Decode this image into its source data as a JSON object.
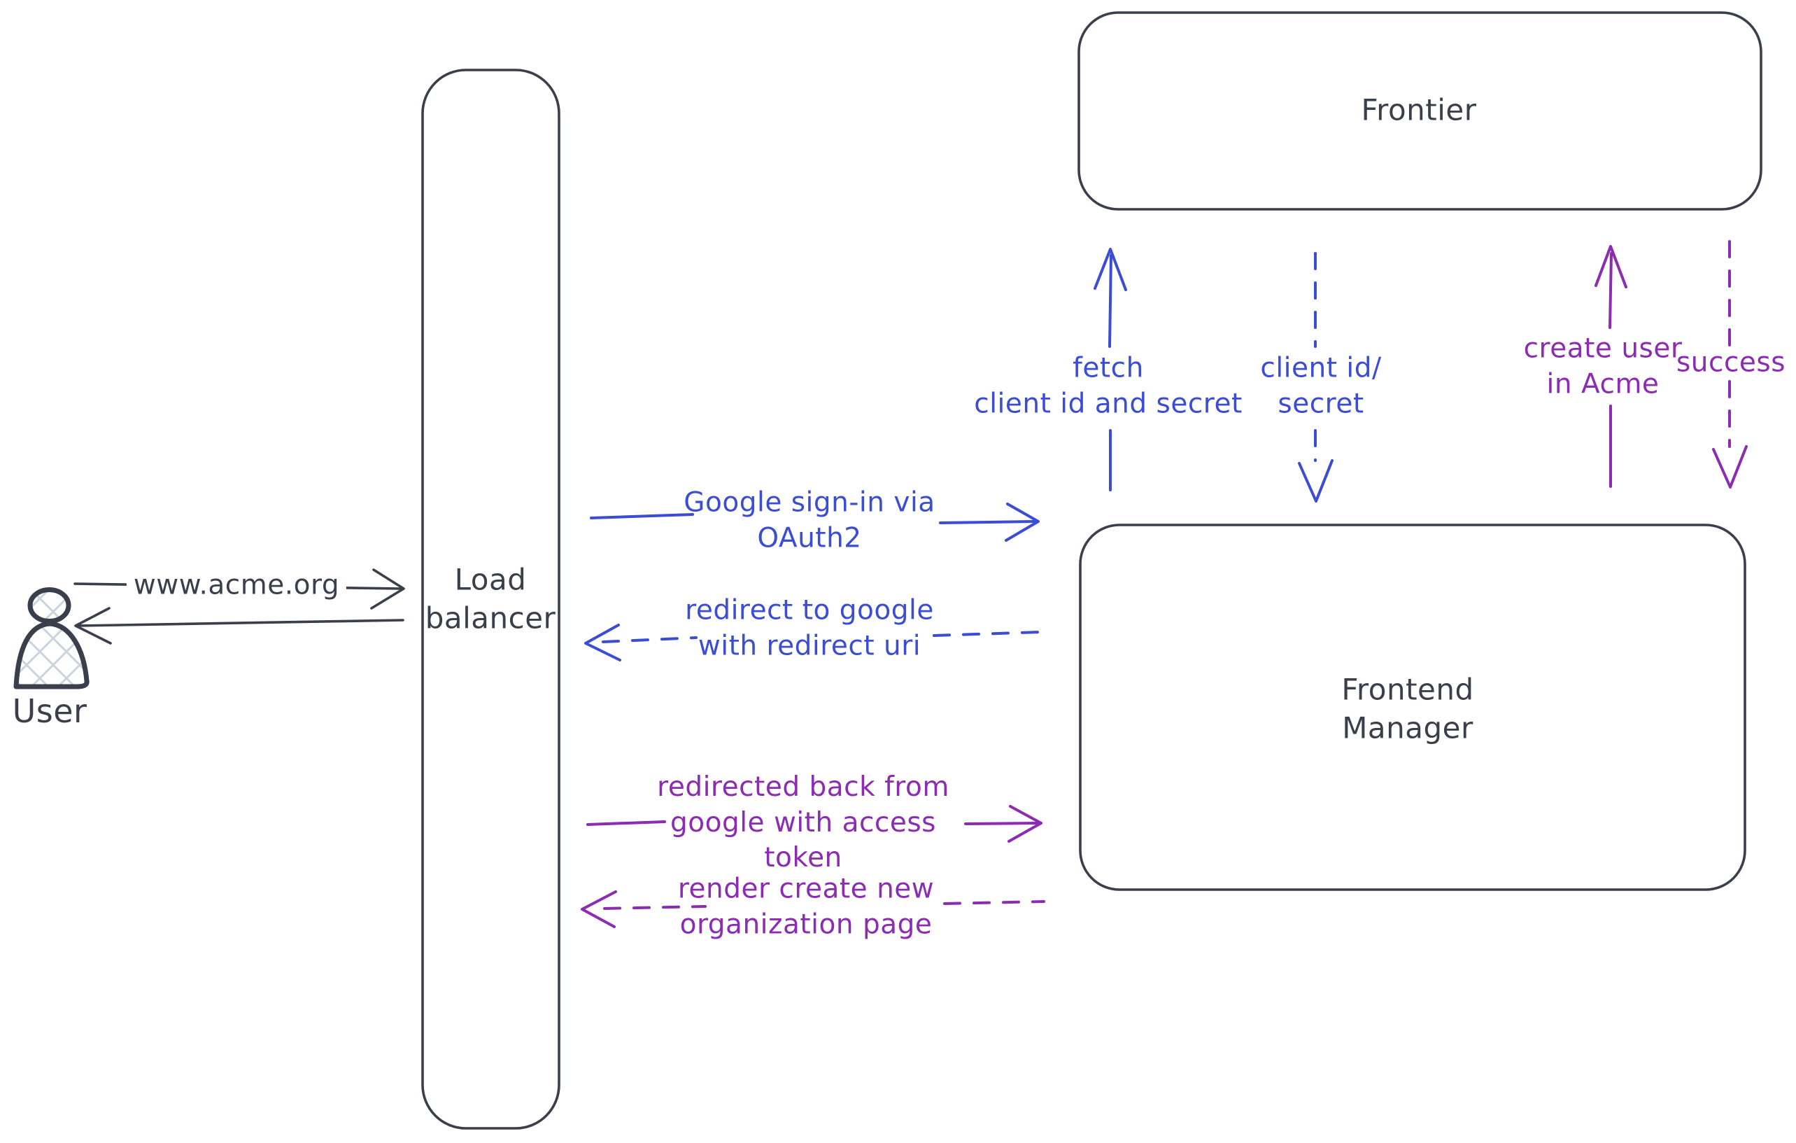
{
  "theme": {
    "background": "#ffffff",
    "ink": "#3a3f4b",
    "blue": "#3b4dd4",
    "purple": "#8b2cb2",
    "hatch": "#ccd4de"
  },
  "diagram": {
    "title": "Google OAuth2 sign-in flow",
    "actors": {
      "user": {
        "label": "User"
      },
      "load_balancer": {
        "label": "Load\nbalancer"
      },
      "frontier": {
        "label": "Frontier"
      },
      "frontend_manager": {
        "label": "Frontend\nManager"
      }
    },
    "flows": {
      "www_request": {
        "label": "www.acme.org",
        "style": "solid",
        "direction": "right",
        "color": "ink"
      },
      "response_to_user": {
        "label": "",
        "style": "solid",
        "direction": "left",
        "color": "ink"
      },
      "google_signin": {
        "label": "Google sign-in via\nOAuth2",
        "style": "solid",
        "direction": "right",
        "color": "blue"
      },
      "redirect_to_google": {
        "label": "redirect to google\nwith redirect uri",
        "style": "dashed",
        "direction": "left",
        "color": "blue"
      },
      "redirected_back": {
        "label": "redirected back from\ngoogle with access\ntoken",
        "style": "solid",
        "direction": "right",
        "color": "purple"
      },
      "render_org_page": {
        "label": "render create new\norganization page",
        "style": "dashed",
        "direction": "left",
        "color": "purple"
      },
      "fetch_client_id": {
        "label": "fetch\nclient id and secret",
        "style": "solid",
        "direction": "up",
        "color": "blue"
      },
      "client_id_secret": {
        "label": "client id/\nsecret",
        "style": "dashed",
        "direction": "down",
        "color": "blue"
      },
      "create_user": {
        "label": "create user\nin Acme",
        "style": "solid",
        "direction": "up",
        "color": "purple"
      },
      "success": {
        "label": "success",
        "style": "dashed",
        "direction": "down",
        "color": "purple"
      }
    }
  }
}
